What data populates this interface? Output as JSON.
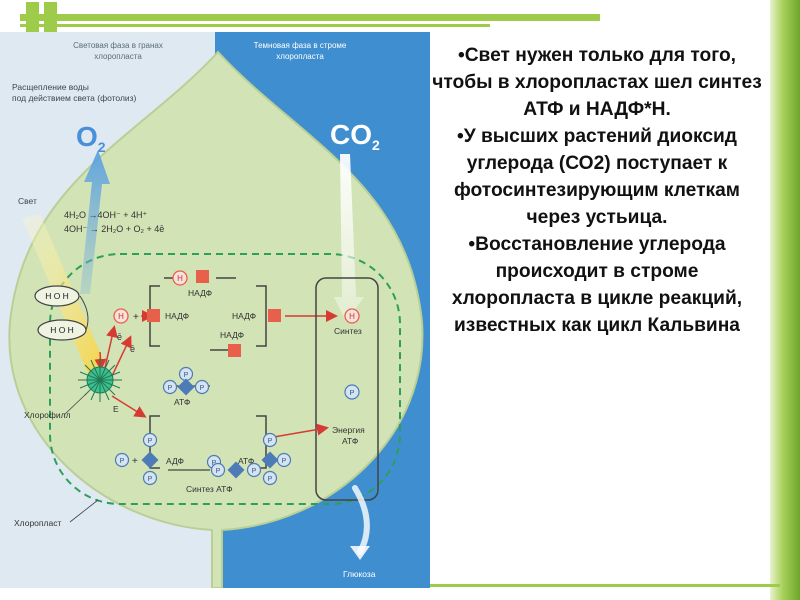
{
  "slide": {
    "colors": {
      "light_phase_bg": "#dfe9f1",
      "dark_phase_bg": "#3f8fd0",
      "leaf_fill": "#d2e3b6",
      "leaf_stroke": "#b9cf95",
      "dashed_membrane": "#2e9f58",
      "bracket": "#444444",
      "phosphate_fill": "#d6e3f0",
      "phosphate_stroke": "#4d7bb5",
      "red_marker": "#e8604c",
      "red_arrow": "#d63b33",
      "accent_green": "#9fcb4a"
    },
    "bullets": [
      "•Свет нужен только для того, чтобы в хлоропластах шел синтез АТФ и НАДФ*Н.",
      "•У  высших растений  диоксид углерода (СО2) поступает к фотосинтезирующим клеткам через устьица.",
      "•Восстановление углерода происходит в строме хлоропласта  в цикле реакций, известных как цикл Кальвина"
    ]
  },
  "diagram": {
    "light_phase_title_1": "Световая фаза в гранах",
    "light_phase_title_2": "хлоропласта",
    "dark_phase_title_1": "Темновая фаза в строме",
    "dark_phase_title_2": "хлоропласта",
    "photolysis_1": "Расщепление воды",
    "photolysis_2": "под действием света (фотолиз)",
    "o2_label": "O",
    "o2_sub": "2",
    "co2_label": "CO",
    "co2_sub": "2",
    "light_label": "Свет",
    "equation_1": "4H₂O →4OH⁻ + 4H⁺",
    "equation_2": "4OH⁻ → 2H₂O + O₂ + 4ē",
    "water_molecule_1": "H  O  H",
    "water_molecule_2": "H  O  H",
    "h_symbol": "H",
    "p_symbol": "P",
    "plus": "+",
    "electron": "ē",
    "e_label": "E",
    "nadf": "НАДФ",
    "atf": "АТФ",
    "adf": "АДФ",
    "synthesis": "Синтез",
    "energy_1": "Энергия",
    "energy_2": "АТФ",
    "atp_synthesis": "Синтез АТФ",
    "chlorophyll": "Хлорофилл",
    "chloroplast": "Хлоропласт",
    "glucose": "Глюкоза"
  }
}
